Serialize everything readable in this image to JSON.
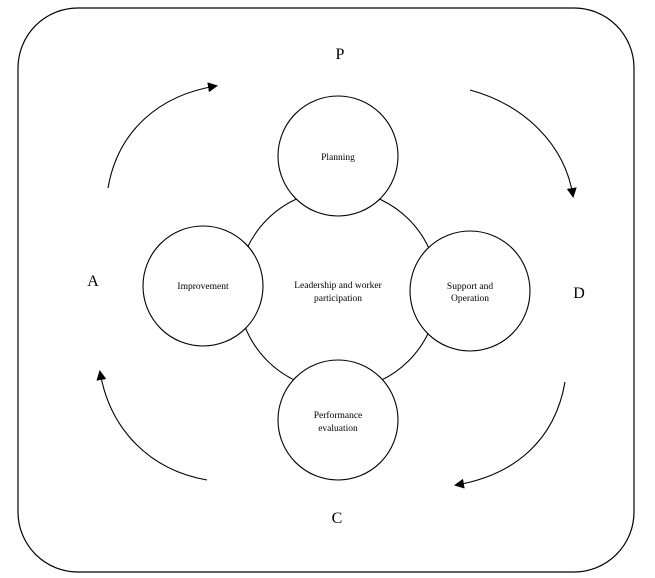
{
  "diagram": {
    "corner_labels": {
      "top": "P",
      "right": "D",
      "bottom": "C",
      "left": "A"
    },
    "center": {
      "line1": "Leadership and worker",
      "line2": "participation"
    },
    "nodes": {
      "top": {
        "line1": "Planning"
      },
      "right": {
        "line1": "Support and",
        "line2": "Operation"
      },
      "bottom": {
        "line1": "Performance",
        "line2": "evaluation"
      },
      "left": {
        "line1": "Improvement"
      }
    }
  }
}
